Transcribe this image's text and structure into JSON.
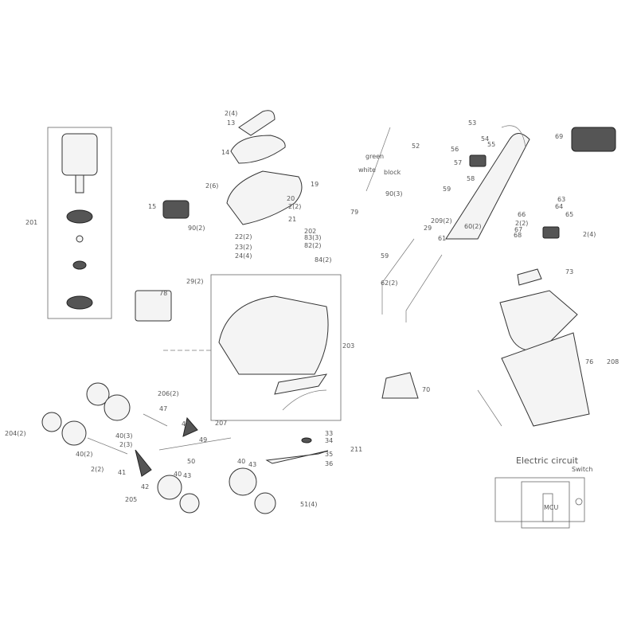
{
  "diagram": {
    "labels": [
      "201",
      "2(4)",
      "13",
      "14",
      "2(6)",
      "19",
      "20",
      "2(2)",
      "15",
      "21",
      "90(2)",
      "202",
      "22(2)",
      "83(3)",
      "82(2)",
      "23(2)",
      "24(4)",
      "84(2)",
      "29(2)",
      "78",
      "203",
      "52",
      "green",
      "white",
      "block",
      "90(3)",
      "79",
      "53",
      "54",
      "55",
      "56",
      "57",
      "58",
      "59",
      "209(2)",
      "29",
      "61",
      "60(2)",
      "59",
      "62(2)",
      "63",
      "64",
      "65",
      "66",
      "2(2)",
      "67",
      "68",
      "2(4)",
      "69",
      "73",
      "76",
      "208",
      "70",
      "206(2)",
      "47",
      "48",
      "207",
      "204(2)",
      "40(3)",
      "2(3)",
      "49",
      "40(2)",
      "50",
      "40",
      "43",
      "2(2)",
      "41",
      "40",
      "43",
      "42",
      "205",
      "51(4)",
      "33",
      "34",
      "35",
      "36",
      "211"
    ],
    "circuit_title": "Electric circuit",
    "circuit_labels": [
      "Switch",
      "MCU"
    ]
  }
}
